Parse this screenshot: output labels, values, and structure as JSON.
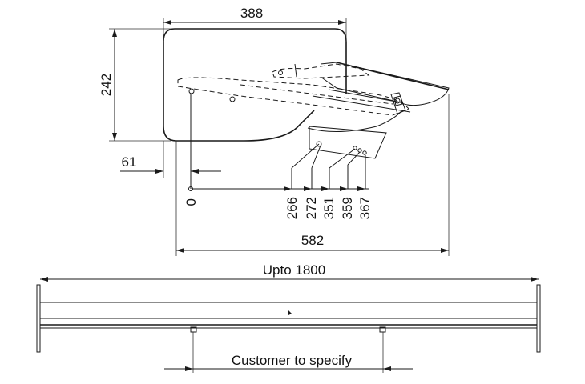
{
  "top_view": {
    "dim_width": "388",
    "dim_height": "242",
    "dim_offset": "61",
    "dim_total": "582",
    "dim_origin": "0",
    "dim_points": [
      "266",
      "272",
      "351",
      "359",
      "367"
    ]
  },
  "front_view": {
    "dim_span": "Upto 1800",
    "dim_bracket_spacing": "Customer to specify"
  }
}
